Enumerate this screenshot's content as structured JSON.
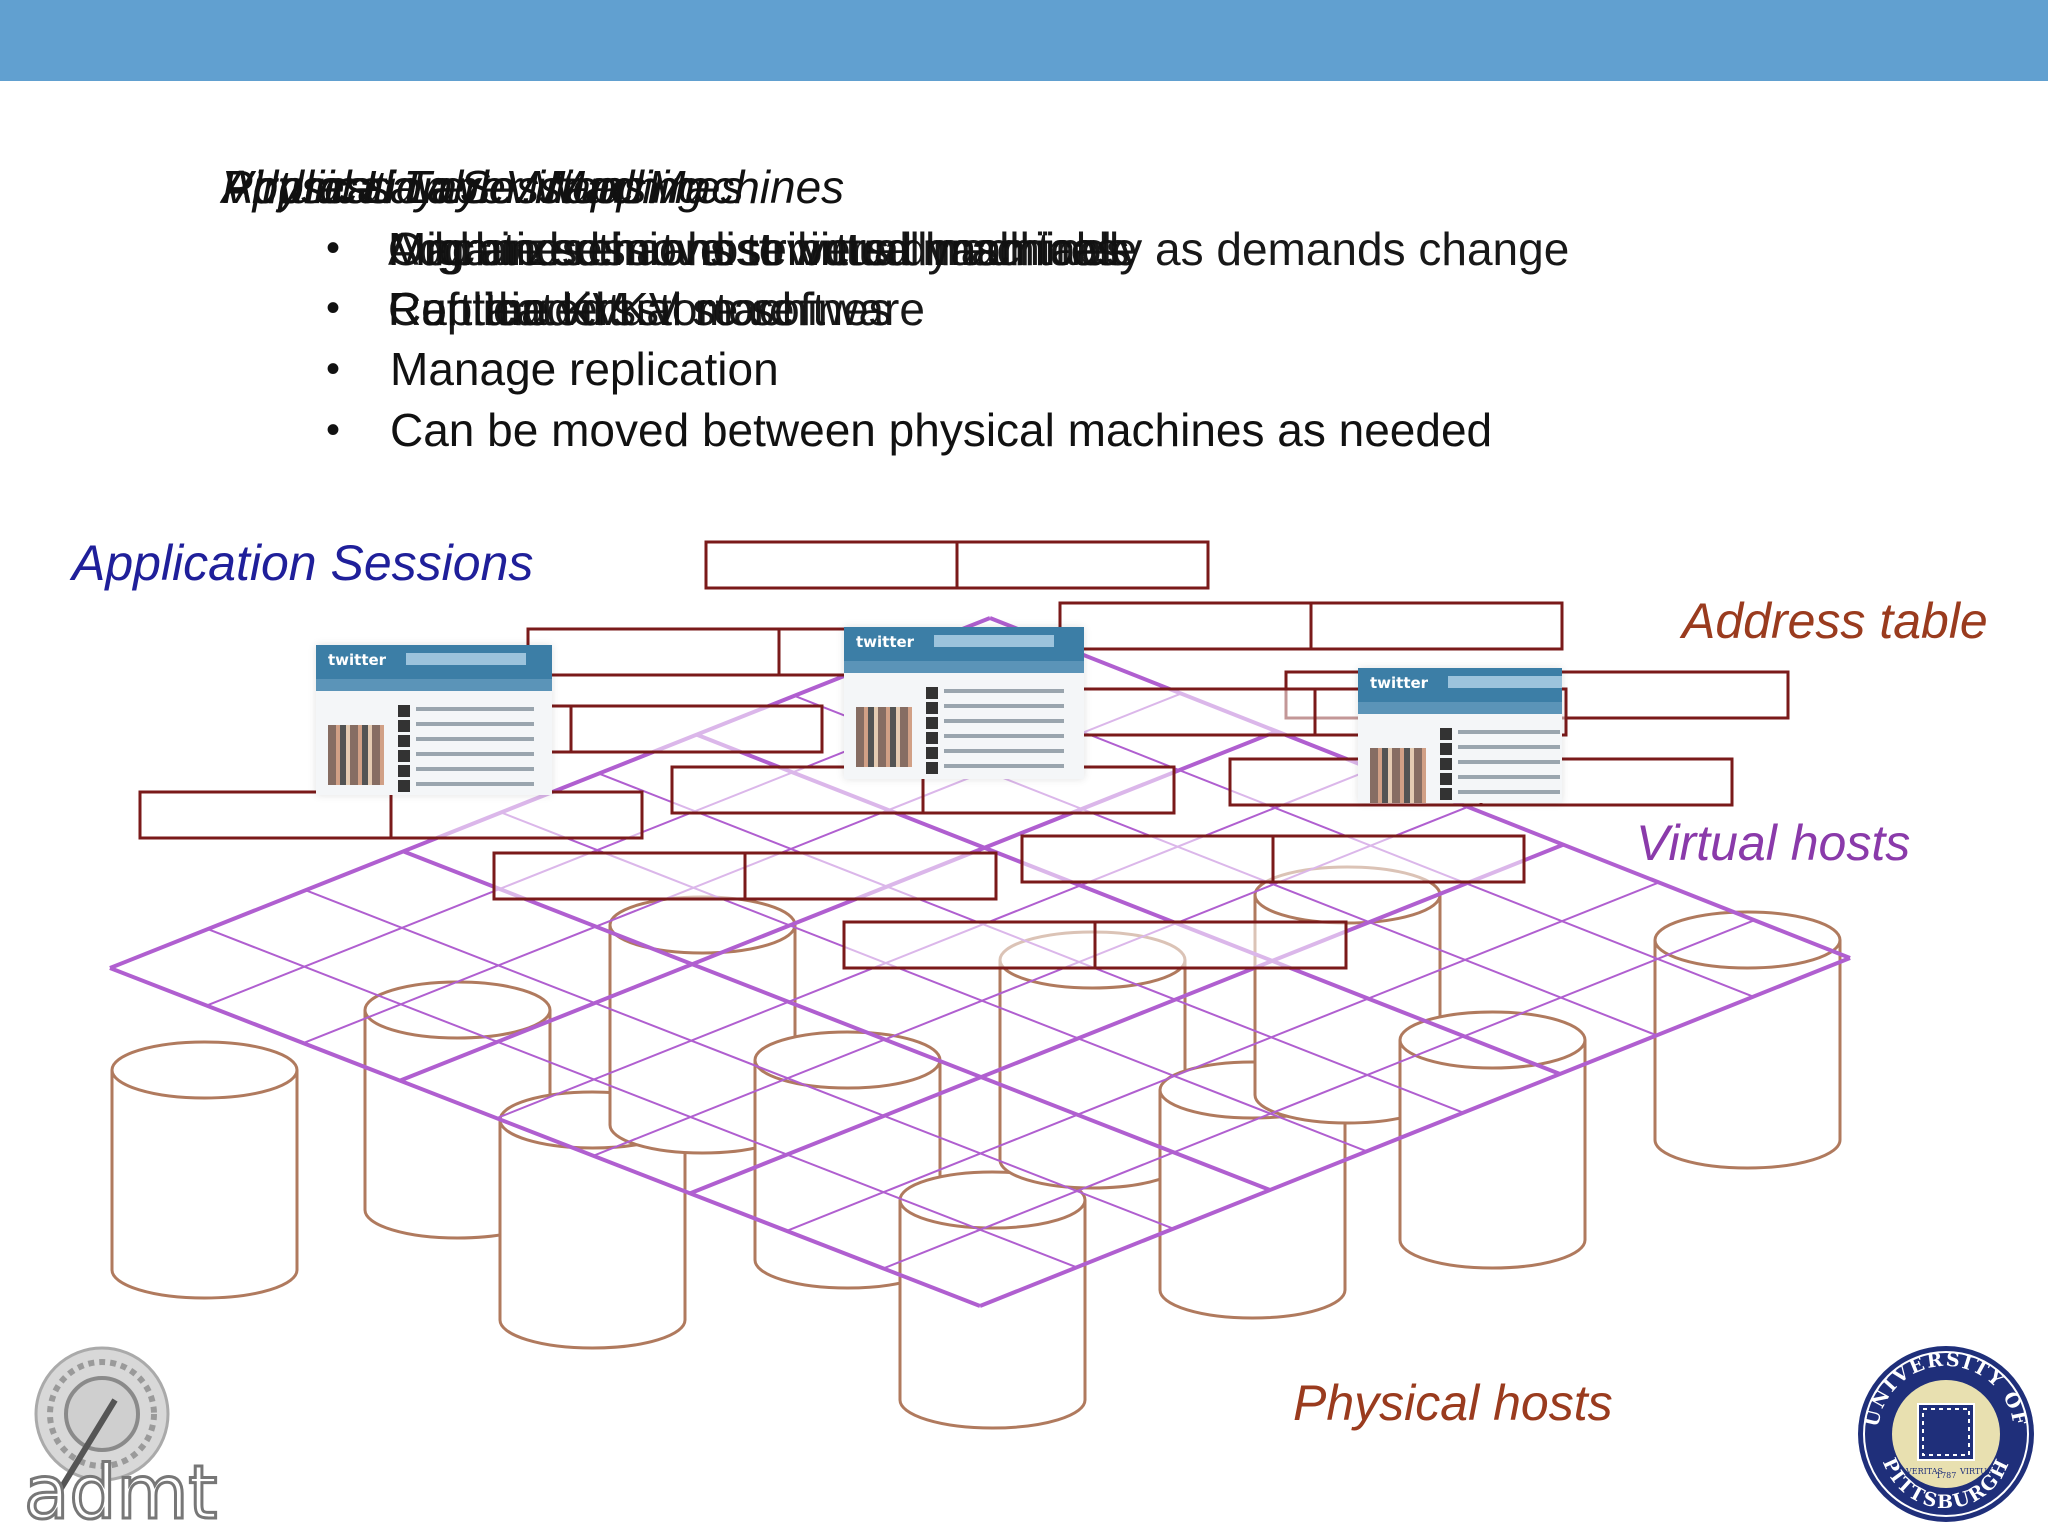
{
  "colors": {
    "top_bar": "#61a0d0",
    "application_label": "#1f1f9a",
    "address_label": "#9a3b1e",
    "virtual_label": "#8a3aaa",
    "physical_label": "#9a3b1e",
    "address_table_stroke": "#7a1a1a",
    "virtual_grid_stroke": "#b05fd0",
    "cylinder_stroke": "#b07a5e"
  },
  "overlapping_headings": [
    "Physical Layer: Machines",
    "Address Table Mapping",
    "Virtual Layer: Virtual Machines",
    "Application Sessions"
  ],
  "overlapping_line1": [
    "Organized in a distributed hash table",
    "Add and remove servers dynamically as demands change",
    "Machines that host virtual machines",
    "Migrate sessions to virtual machines"
  ],
  "overlapping_line2": [
    "Run the KV store software",
    "Raft leaders",
    "Contain virtual machines",
    "Replicated KV store"
  ],
  "bullets": [
    "Manage replication",
    "Can be moved between physical machines as needed"
  ],
  "bullet_glyph": "•",
  "labels": {
    "application": "Application Sessions",
    "address": "Address table",
    "virtual": "Virtual hosts",
    "physical": "Physical hosts"
  },
  "session_shot": {
    "brand": "twitter",
    "count": 3
  },
  "logos": {
    "left": "admt",
    "seal_top": "UNIVERSITY OF",
    "seal_bottom": "PITTSBURGH",
    "seal_motto_left": "VERITAS",
    "seal_year": "1787",
    "seal_motto_right": "VIRTUS"
  }
}
